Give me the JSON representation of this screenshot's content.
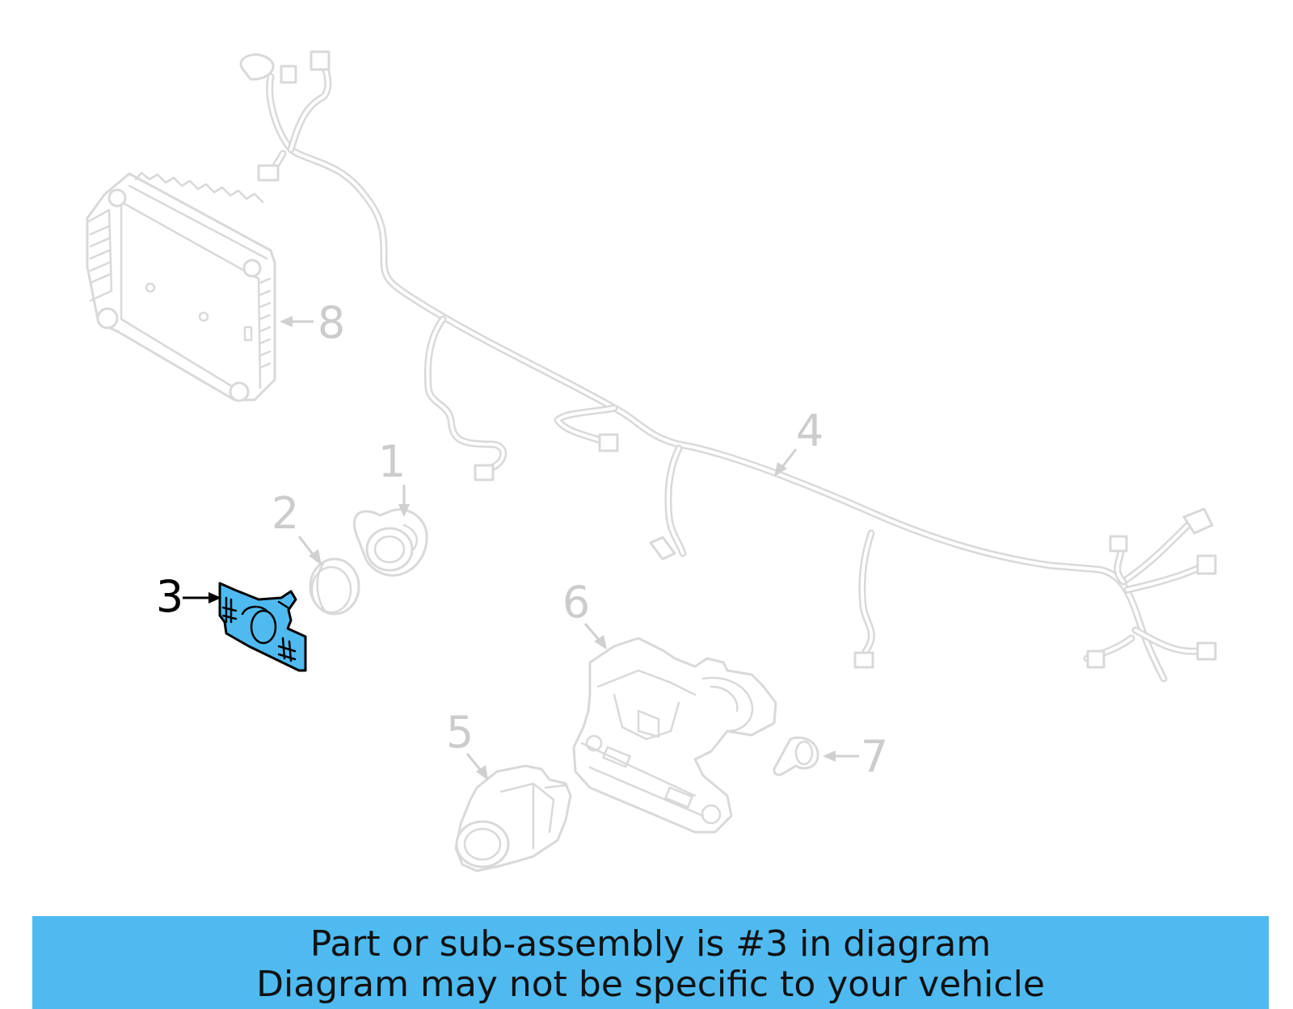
{
  "diagram": {
    "callouts": [
      "1",
      "2",
      "3",
      "4",
      "5",
      "6",
      "7",
      "8"
    ],
    "highlighted_callout": "3",
    "colors": {
      "highlight_fill": "#4fbaf0",
      "faded_line": "#d9d9d9",
      "banner_background": "#4fbaf0"
    }
  },
  "banner": {
    "line1": "Part or sub-assembly is #3 in diagram",
    "line2": "Diagram may not be specific to your vehicle"
  }
}
